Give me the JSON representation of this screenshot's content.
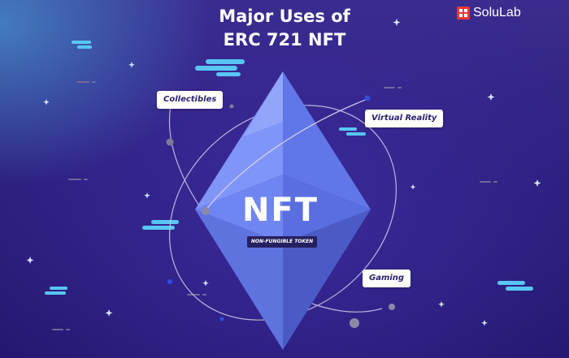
{
  "title": {
    "line1": "Major Uses of",
    "line2": "ERC 721 NFT"
  },
  "brand": {
    "name": "SoluLab"
  },
  "center": {
    "label": "NFT",
    "sublabel": "NON-FUNGIBLE TOKEN"
  },
  "uses": [
    {
      "label": "Collectibles"
    },
    {
      "label": "Virtual Reality"
    },
    {
      "label": "Gaming"
    }
  ],
  "colors": {
    "background": "#2c1e7a",
    "glow": "#4696d2",
    "gem_light": "#8ea6ff",
    "gem_mid": "#6a7ff0",
    "gem_dark": "#4b57c8",
    "dot_blue": "#2f4fe0",
    "dot_gray": "#7d7a95",
    "cloud": "#58c6f2",
    "brand_red": "#e53935"
  },
  "icons": [
    "solulab-logo-icon",
    "star-icon",
    "cloud-shape"
  ]
}
